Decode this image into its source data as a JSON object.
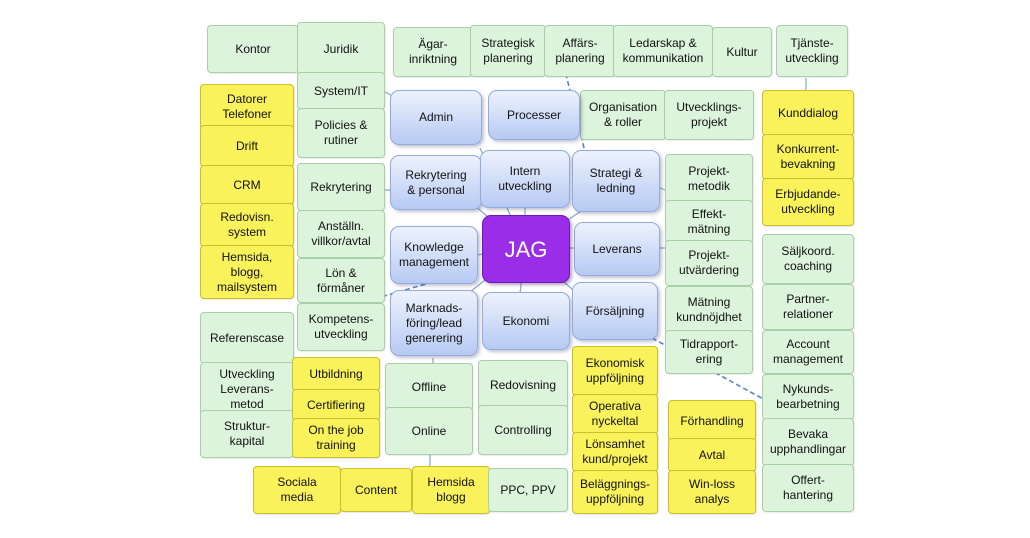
{
  "colors": {
    "green": "#dcf3dc",
    "yellow": "#f9f25a",
    "blue": "#c9d8f8",
    "center": "#9a2ee8"
  },
  "center": "JAG",
  "blue": {
    "admin": "Admin",
    "processer": "Processer",
    "rekrytering_personal": "Rekrytering\n& personal",
    "intern_utveckling": "Intern\nutveckling",
    "strategi_ledning": "Strategi &\nledning",
    "knowledge_management": "Knowledge\nmanagement",
    "leverans": "Leverans",
    "marknadsforing": "Marknads-\nföring/lead\ngenerering",
    "ekonomi": "Ekonomi",
    "forsaljning": "Försäljning"
  },
  "green": {
    "kontor": "Kontor",
    "juridik": "Juridik",
    "system_it": "System/IT",
    "policies": "Policies &\nrutiner",
    "rekrytering": "Rekrytering",
    "anstalln": "Anställn.\nvillkor/avtal",
    "lon": "Lön &\nförmåner",
    "kompetensutveckling": "Kompetens-\nutveckling",
    "referenscase": "Referenscase",
    "utveckling_leveransmetod": "Utveckling\nLeverans-\nmetod",
    "strukturkapital": "Struktur-\nkapital",
    "agarinriktning": "Ägar-\ninriktning",
    "strategisk_planering": "Strategisk\nplanering",
    "affarsplanering": "Affärs-\nplanering",
    "ledarskap": "Ledarskap &\nkommunikation",
    "kultur": "Kultur",
    "tjansteutveckling": "Tjänste-\nutveckling",
    "organisation": "Organisation\n& roller",
    "utvecklingsprojekt": "Utvecklings-\nprojekt",
    "projektmetodik": "Projekt-\nmetodik",
    "effektmatning": "Effekt-\nmätning",
    "projektutvardering": "Projekt-\nutvärdering",
    "matning_kundnojdhet": "Mätning\nkundnöjdhet",
    "tidrapportering": "Tidrapport-\nering",
    "saljkoord": "Säljkoord.\ncoaching",
    "partnerrelationer": "Partner-\nrelationer",
    "account_management": "Account\nmanagement",
    "nykundsbearbetning": "Nykunds-\nbearbetning",
    "bevaka_upphandlingar": "Bevaka\nupphandlingar",
    "offerthantering": "Offert-\nhantering",
    "offline": "Offline",
    "online": "Online",
    "redovisning": "Redovisning",
    "controlling": "Controlling"
  },
  "yellow": {
    "datorer": "Datorer\nTelefoner",
    "drift": "Drift",
    "crm": "CRM",
    "redovisn_system": "Redovisn.\nsystem",
    "hemsida_blogg_mail": "Hemsida,\nblogg,\nmailsystem",
    "utbildning": "Utbildning",
    "certifiering": "Certifiering",
    "on_the_job": "On the job\ntraining",
    "sociala_media": "Sociala\nmedia",
    "content": "Content",
    "hemsida_blogg": "Hemsida\nblogg",
    "ppc_ppv": "PPC, PPV",
    "ekonomisk_uppfoljning": "Ekonomisk\nuppföljning",
    "operativa_nyckeltal": "Operativa\nnyckeltal",
    "lonsamhet": "Lönsamhet\nkund/projekt",
    "belaggning": "Beläggnings-\nuppföljning",
    "forhandling": "Förhandling",
    "avtal": "Avtal",
    "win_loss": "Win-loss\nanalys",
    "kunddialog": "Kunddialog",
    "konkurrentbevakning": "Konkurrent-\nbevakning",
    "erbjudandeutveckling": "Erbjudande-\nutveckling"
  }
}
